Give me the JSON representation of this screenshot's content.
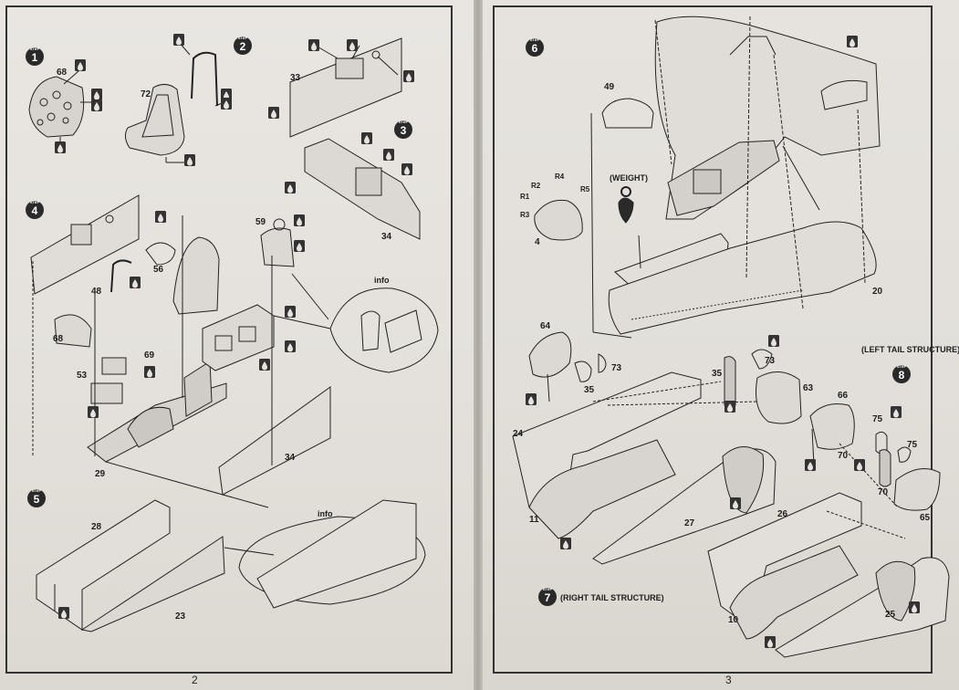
{
  "pages": {
    "left": {
      "page_number": "2",
      "step_word": "STEP",
      "steps": [
        "1",
        "2",
        "3",
        "4",
        "5"
      ],
      "info_label": "info",
      "part_numbers": [
        "68",
        "72",
        "33",
        "34",
        "56",
        "59",
        "48",
        "68",
        "69",
        "53",
        "29",
        "34",
        "28",
        "23"
      ]
    },
    "right": {
      "page_number": "3",
      "step_word": "STEP",
      "steps": [
        "6",
        "7",
        "8"
      ],
      "weight_label": "(WEIGHT)",
      "left_tail_label": "(LEFT TAIL STRUCTURE)",
      "right_tail_label": "(RIGHT TAIL STRUCTURE)",
      "resistor_labels": [
        "R1",
        "R2",
        "R3",
        "R4",
        "R5"
      ],
      "part_numbers": [
        "49",
        "4",
        "20",
        "64",
        "73",
        "35",
        "35",
        "73",
        "63",
        "66",
        "75",
        "24",
        "11",
        "27",
        "70",
        "75",
        "26",
        "70",
        "65",
        "10",
        "25"
      ]
    }
  },
  "colors": {
    "paper": "#e6e3df",
    "ink": "#1e1e1e",
    "glue_badge": "#333333",
    "step_badge": "#2a2a2a"
  },
  "icons": [
    "glue-drop-icon",
    "step-badge-icon",
    "weight-icon",
    "leader-line"
  ]
}
